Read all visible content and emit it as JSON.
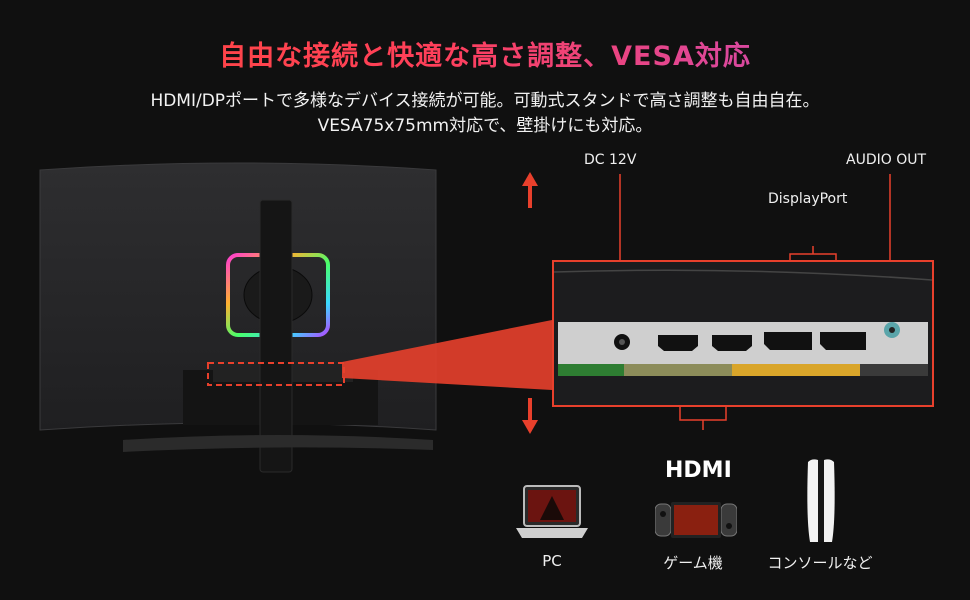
{
  "header": {
    "title": "自由な接続と快適な高さ調整、VESA対応",
    "subtitle_line1": "HDMI/DPポートで多様なデバイス接続が可能。可動式スタンドで高さ調整も自由自在。",
    "subtitle_line2": "VESA75x75mm対応で、壁掛けにも対応。"
  },
  "ports": {
    "dc_label": "DC 12V",
    "audio_label": "AUDIO OUT",
    "displayport_label": "DisplayPort",
    "hdmi_label": "HDMI"
  },
  "devices": [
    {
      "label": "PC",
      "icon": "laptop-icon"
    },
    {
      "label": "ゲーム機",
      "icon": "handheld-console-icon"
    },
    {
      "label": "コンソールなど",
      "icon": "home-console-icon"
    }
  ],
  "colors": {
    "accent_red": "#e8402c",
    "title_gradient_start": "#ff4a3a",
    "title_gradient_end": "#c04fd0",
    "rgb_ring": "rainbow"
  }
}
